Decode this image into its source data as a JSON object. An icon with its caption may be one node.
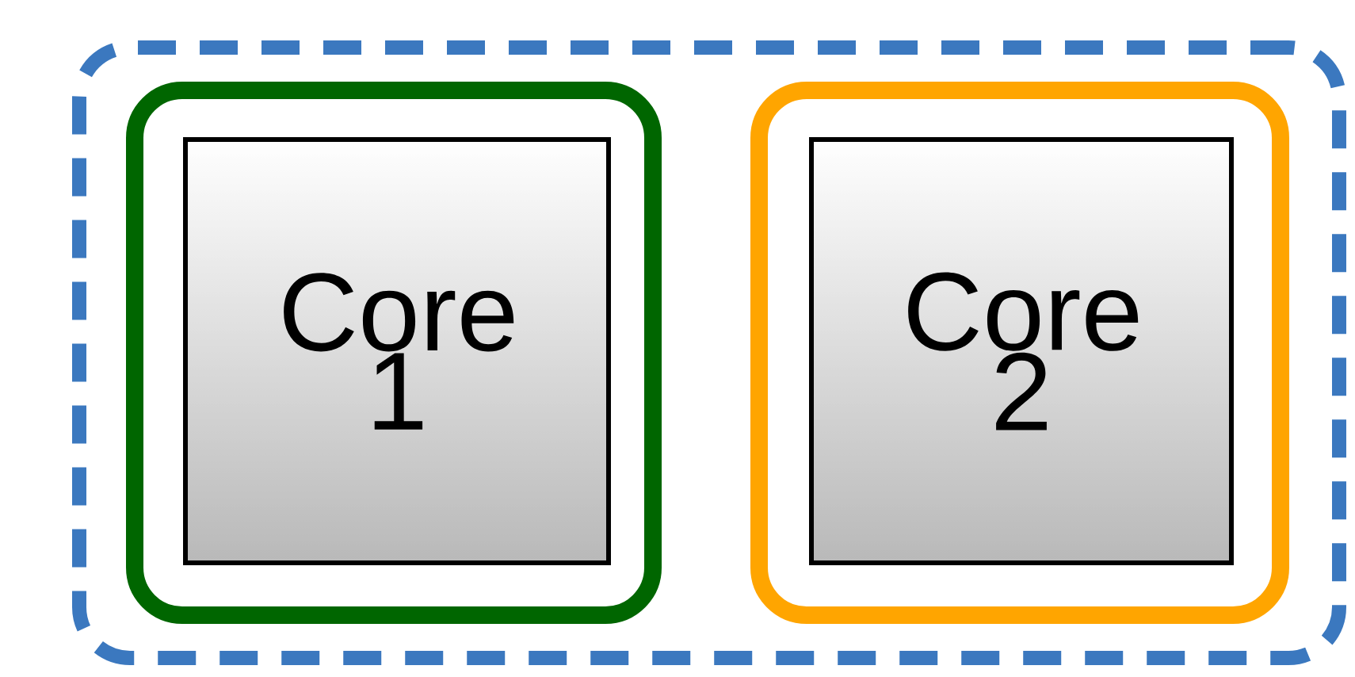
{
  "diagram": {
    "nodes": [
      {
        "text": [],
        "shape": "box"
      },
      {
        "text": [],
        "shape": "box",
        "in": 0
      },
      {
        "text": [
          "Core 1"
        ],
        "in": 1
      },
      {
        "text": [],
        "shape": "box",
        "in": 0
      },
      {
        "text": [
          "Core 2"
        ],
        "in": 3
      }
    ]
  }
}
